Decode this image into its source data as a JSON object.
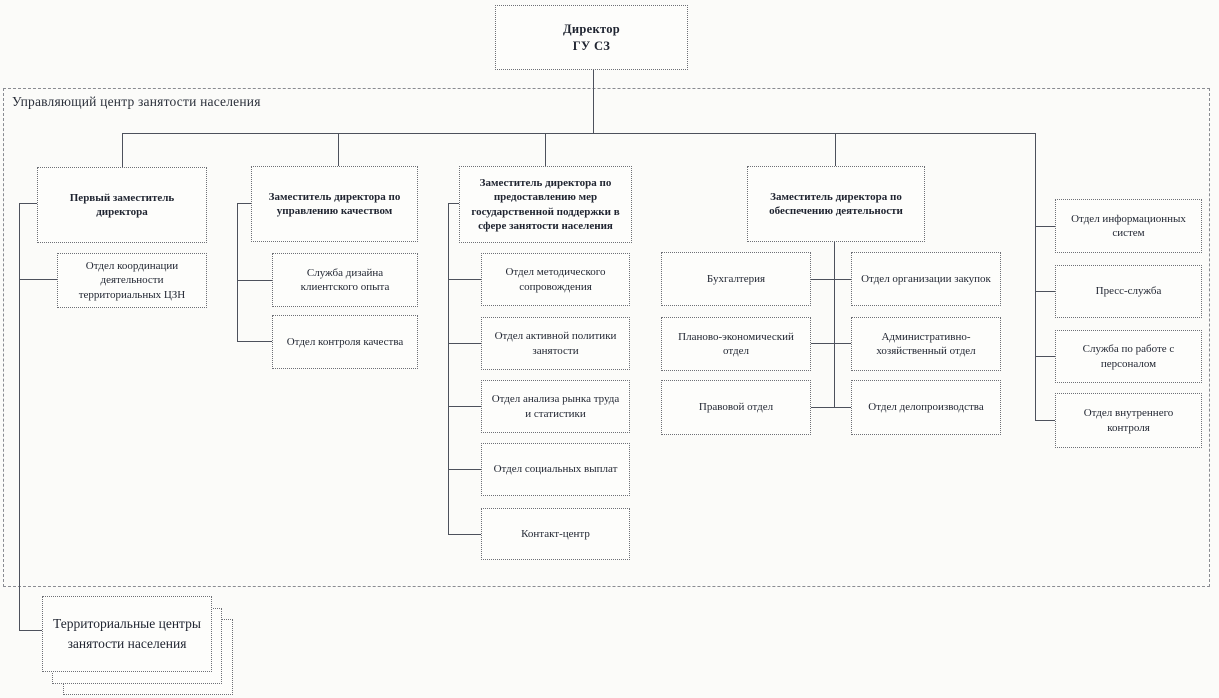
{
  "director": {
    "label": "Директор\nГУ СЗ"
  },
  "container": {
    "label": "Управляющий центр занятости населения"
  },
  "branches": {
    "first_deputy": {
      "head": "Первый заместитель директора",
      "children": [
        "Отдел координации деятельности территориальных ЦЗН"
      ]
    },
    "quality": {
      "head": "Заместитель директора по управлению качеством",
      "children": [
        "Служба дизайна клиентского опыта",
        "Отдел контроля качества"
      ]
    },
    "state_support": {
      "head": "Заместитель директора по предоставлению мер государственной поддержки в сфере занятости населения",
      "children": [
        "Отдел методического сопровождения",
        "Отдел активной политики занятости",
        "Отдел анализа рынка труда и статистики",
        "Отдел социальных выплат",
        "Контакт-центр"
      ]
    },
    "operations": {
      "head": "Заместитель директора по обеспечению деятельности",
      "children_left": [
        "Бухгалтерия",
        "Планово-экономический отдел",
        "Правовой отдел"
      ],
      "children_right": [
        "Отдел организации закупок",
        "Административно-хозяйственный отдел",
        "Отдел делопроизводства"
      ]
    },
    "staff_units": {
      "children": [
        "Отдел информационных систем",
        "Пресс-служба",
        "Служба по работе с персоналом",
        "Отдел внутреннего контроля"
      ]
    }
  },
  "territorial": {
    "label": "Территориальные центры занятости населения"
  },
  "colors": {
    "line": "#4d515c",
    "box_border": "#6e7076",
    "text": "#1f2430",
    "background": "#fbfbf9"
  }
}
